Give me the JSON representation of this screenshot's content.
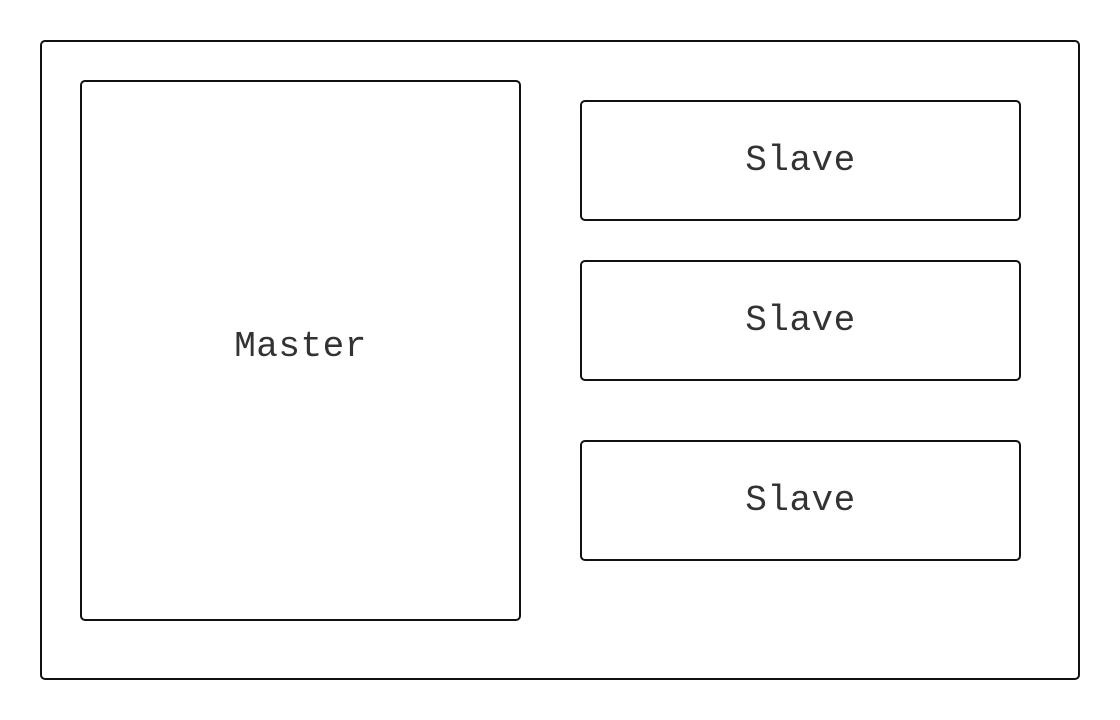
{
  "diagram": {
    "master": {
      "label": "Master"
    },
    "slaves": [
      {
        "label": "Slave"
      },
      {
        "label": "Slave"
      },
      {
        "label": "Slave"
      }
    ]
  }
}
